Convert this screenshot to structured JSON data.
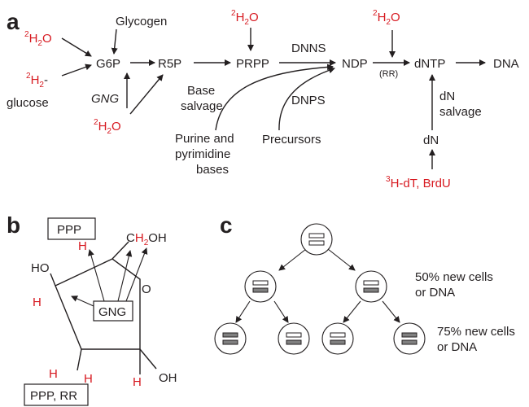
{
  "panel_a": {
    "label": "a",
    "iso": "2",
    "water_h": "H",
    "water_o": "O",
    "h2_minus": "-",
    "glycogen": "Glycogen",
    "glucose": "glucose",
    "g6p": "G6P",
    "r5p": "R5P",
    "prpp": "PRPP",
    "dnns": "DNNS",
    "ndp": "NDP",
    "rr": "(RR)",
    "dntp": "dNTP",
    "dna": "DNA",
    "gng": "GNG",
    "base_salvage": [
      "Base",
      "salvage"
    ],
    "dnps": "DNPS",
    "bases": [
      "Purine and",
      "pyrimidine",
      "bases"
    ],
    "precursors": "Precursors",
    "dn_salvage": [
      "dN",
      "salvage"
    ],
    "dn": "dN",
    "tracer_iso": "3",
    "tracer": "H-dT, BrdU"
  },
  "panel_b": {
    "label": "b",
    "ppp": "PPP",
    "c": "C",
    "h2": "H",
    "sub2": "2",
    "oh": "OH",
    "ho": "HO",
    "o": "O",
    "h": "H",
    "gng": "GNG",
    "ppp_rr": "PPP, RR"
  },
  "panel_c": {
    "label": "c",
    "caption1": [
      "50% new cells",
      "or DNA"
    ],
    "caption2": [
      "75% new cells",
      "or DNA"
    ]
  },
  "colors": {
    "isotope": "#d71920",
    "old_strand": "#808080",
    "ink": "#231f20"
  }
}
